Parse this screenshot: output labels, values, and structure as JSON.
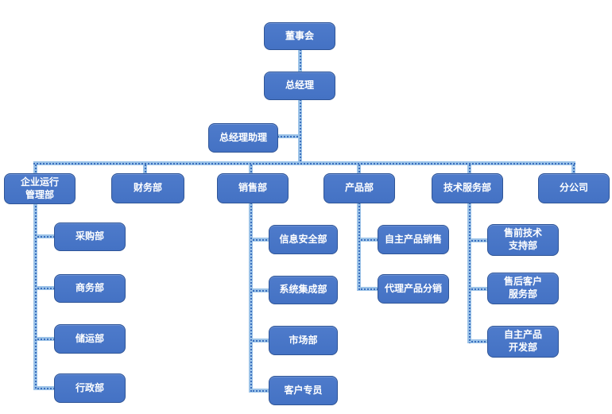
{
  "colors": {
    "node_fill": "#4472C4",
    "node_fill_light": "#4E7BCB",
    "node_border": "#2F5597",
    "node_text": "#FFFFFF",
    "connector_light": "#9CC3E8",
    "connector_core": "#3A6FBE",
    "canvas_bg": "#FFFFFF"
  },
  "diagram": {
    "type": "org-chart",
    "root": {
      "label": "董事会",
      "children": [
        {
          "label": "总经理",
          "assistant": {
            "label": "总经理助理"
          },
          "children": [
            {
              "label": "企业运行\n管理部",
              "children": [
                {
                  "label": "采购部"
                },
                {
                  "label": "商务部"
                },
                {
                  "label": "储运部"
                },
                {
                  "label": "行政部"
                }
              ]
            },
            {
              "label": "财务部"
            },
            {
              "label": "销售部",
              "children": [
                {
                  "label": "信息安全部"
                },
                {
                  "label": "系统集成部"
                },
                {
                  "label": "市场部"
                },
                {
                  "label": "客户专员"
                }
              ]
            },
            {
              "label": "产品部",
              "children": [
                {
                  "label": "自主产品销售"
                },
                {
                  "label": "代理产品分销"
                }
              ]
            },
            {
              "label": "技术服务部",
              "children": [
                {
                  "label": "售前技术\n支持部"
                },
                {
                  "label": "售后客户\n服务部"
                },
                {
                  "label": "自主产品\n开发部"
                }
              ]
            },
            {
              "label": "分公司"
            }
          ]
        }
      ]
    }
  }
}
